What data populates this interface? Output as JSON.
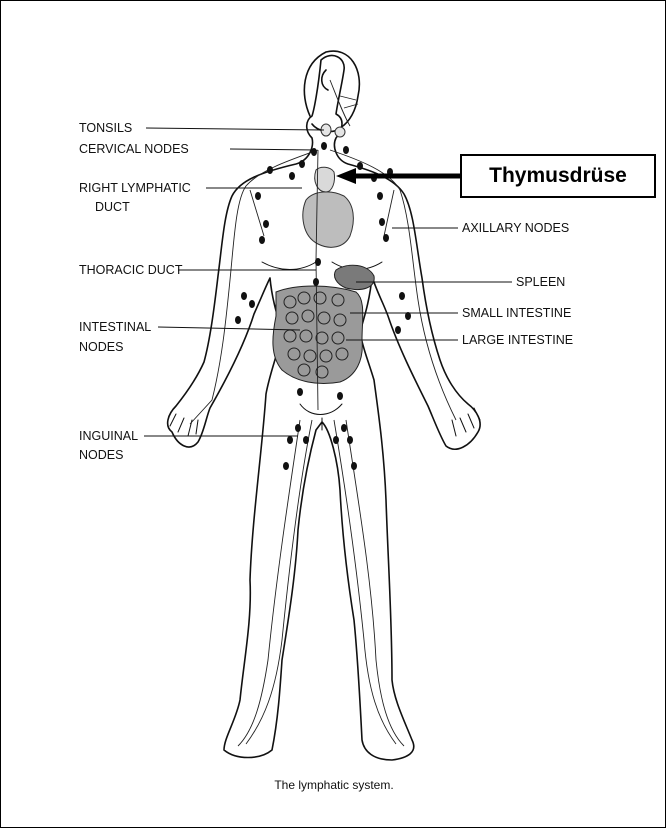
{
  "labels": {
    "tonsils": "TONSILS",
    "cervical_nodes": "CERVICAL NODES",
    "right_lymphatic_duct_1": "RIGHT LYMPHATIC",
    "right_lymphatic_duct_2": "DUCT",
    "thoracic_duct": "THORACIC DUCT",
    "intestinal_nodes_1": "INTESTINAL",
    "intestinal_nodes_2": "NODES",
    "inguinal_nodes_1": "INGUINAL",
    "inguinal_nodes_2": "NODES",
    "axillary_nodes": "AXILLARY NODES",
    "spleen": "SPLEEN",
    "small_intestine": "SMALL INTESTINE",
    "large_intestine": "LARGE INTESTINE"
  },
  "callout": {
    "text": "Thymusdrüse"
  },
  "caption": "The lymphatic system."
}
